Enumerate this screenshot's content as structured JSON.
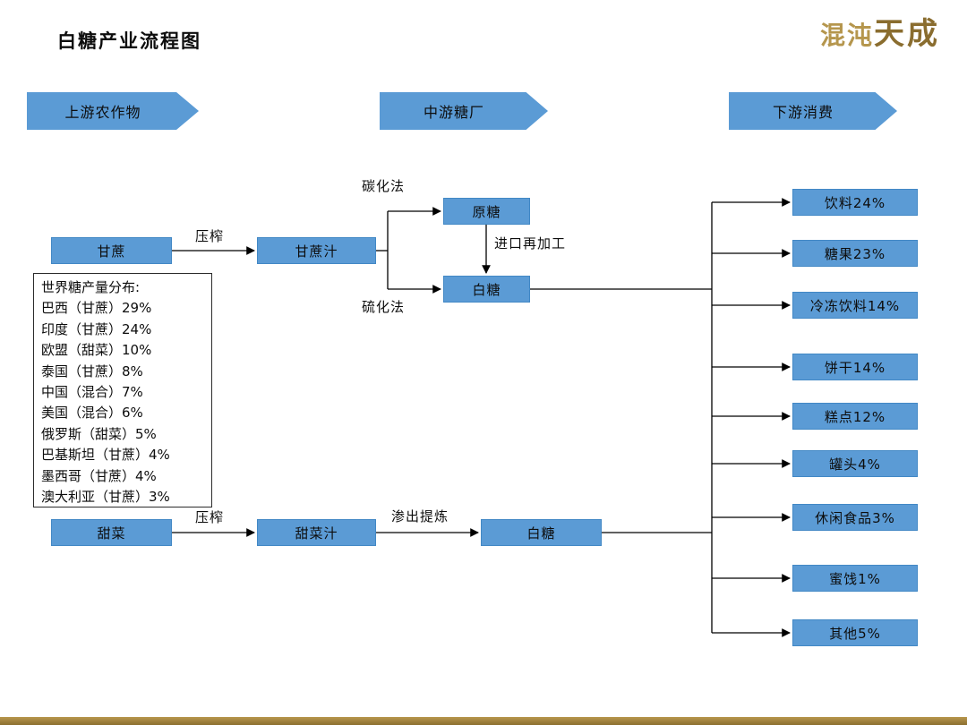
{
  "slide": {
    "title": "白糖产业流程图",
    "logo": {
      "part1": "混沌",
      "part2": "天成"
    }
  },
  "stage_headers": {
    "upstream": "上游农作物",
    "midstream": "中游糖厂",
    "downstream": "下游消费"
  },
  "nodes": {
    "sugarcane": "甘蔗",
    "cane_juice": "甘蔗汁",
    "raw_sugar": "原糖",
    "white_sugar_cane": "白糖",
    "beet": "甜菜",
    "beet_juice": "甜菜汁",
    "white_sugar_beet": "白糖"
  },
  "edge_labels": {
    "pressing_cane": "压榨",
    "carbonation": "碳化法",
    "sulfitation": "硫化法",
    "import_reprocessing": "进口再加工",
    "pressing_beet": "压榨",
    "diffusion_refining": "渗出提炼"
  },
  "production_box": {
    "title": "世界糖产量分布:",
    "items": [
      "巴西（甘蔗）29%",
      "印度（甘蔗）24%",
      "欧盟（甜菜）10%",
      "泰国（甘蔗）8%",
      "中国（混合）7%",
      "美国（混合）6%",
      "俄罗斯（甜菜）5%",
      "巴基斯坦（甘蔗）4%",
      "墨西哥（甘蔗）4%",
      "澳大利亚（甘蔗）3%"
    ]
  },
  "consumption": [
    "饮料24%",
    "糖果23%",
    "冷冻饮料14%",
    "饼干14%",
    "糕点12%",
    "罐头4%",
    "休闲食品3%",
    "蜜饯1%",
    "其他5%"
  ],
  "colors": {
    "node_blue": "#5B9BD5",
    "gold": "#A98A3F",
    "line": "#000000"
  }
}
